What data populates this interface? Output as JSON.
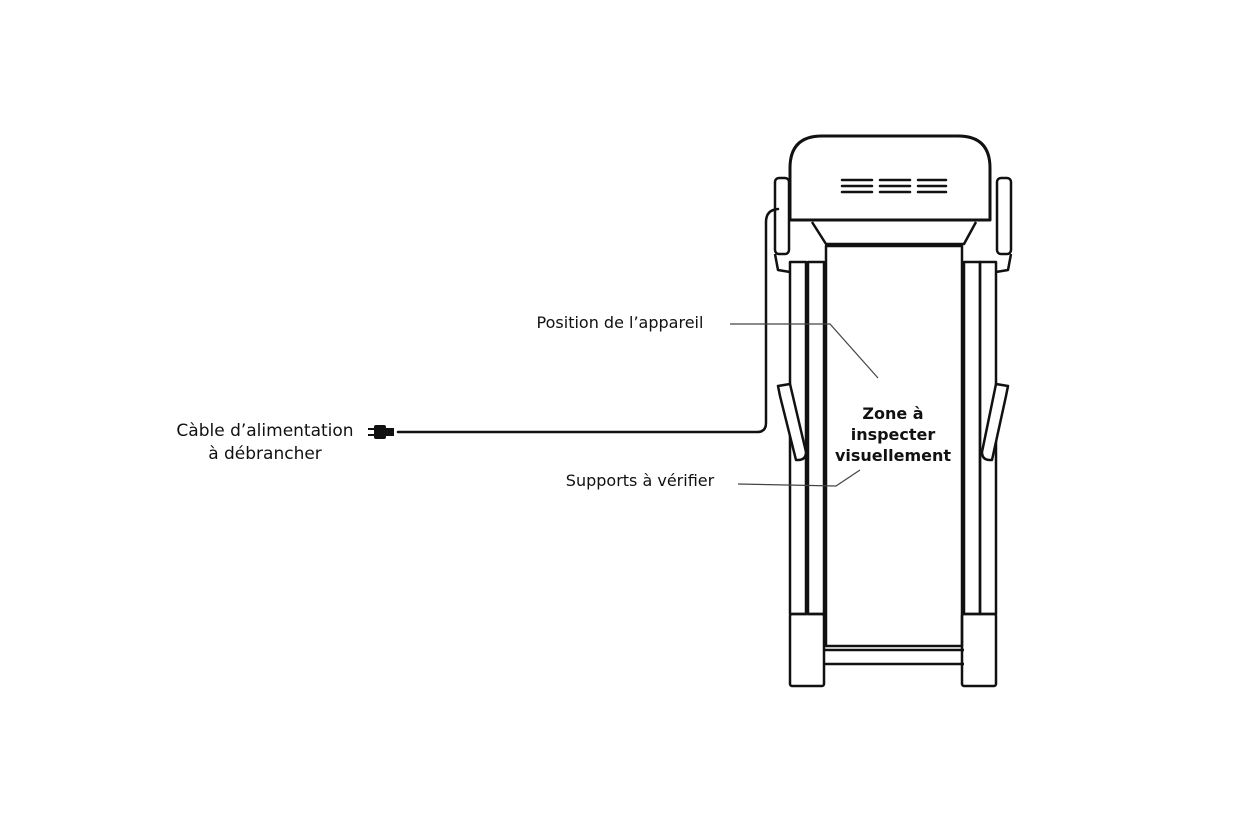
{
  "labels": {
    "cable_line1": "Càble d’alimentation",
    "cable_line2": "à débrancher",
    "position": "Position de l’appareil",
    "supports": "Supports à vérifier",
    "zone_line1": "Zone à",
    "zone_line2": "inspecter",
    "zone_line3": "visuellement"
  },
  "colors": {
    "ink": "#111111",
    "leader": "#444444",
    "background": "#ffffff"
  }
}
